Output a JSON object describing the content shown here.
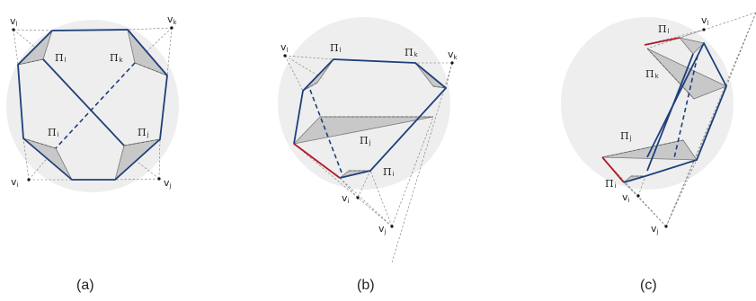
{
  "panels": [
    {
      "caption": "(a)",
      "vertices": {
        "vl": "v",
        "vl_sub": "l",
        "vk": "v",
        "vk_sub": "k",
        "vi": "v",
        "vi_sub": "i",
        "vj": "v",
        "vj_sub": "j"
      },
      "pis": {
        "pi_l": "Π",
        "pi_l_sub": "l",
        "pi_k": "Π",
        "pi_k_sub": "k",
        "pi_i": "Π",
        "pi_i_sub": "i",
        "pi_j": "Π",
        "pi_j_sub": "j"
      }
    },
    {
      "caption": "(b)",
      "vertices": {
        "vl": "v",
        "vl_sub": "l",
        "vk": "v",
        "vk_sub": "k",
        "vi": "v",
        "vi_sub": "i",
        "vj": "v",
        "vj_sub": "j"
      },
      "pis": {
        "pi_l": "Π",
        "pi_l_sub": "l",
        "pi_k": "Π",
        "pi_k_sub": "k",
        "pi_j": "Π",
        "pi_j_sub": "j",
        "pi_i": "Π",
        "pi_i_sub": "i"
      }
    },
    {
      "caption": "(c)",
      "vertices": {
        "vl": "v",
        "vl_sub": "l",
        "vi": "v",
        "vi_sub": "i",
        "vj": "v",
        "vj_sub": "j"
      },
      "pis": {
        "pi_l": "Π",
        "pi_l_sub": "l",
        "pi_k": "Π",
        "pi_k_sub": "k",
        "pi_j": "Π",
        "pi_j_sub": "j",
        "pi_i": "Π",
        "pi_i_sub": "i"
      }
    }
  ]
}
